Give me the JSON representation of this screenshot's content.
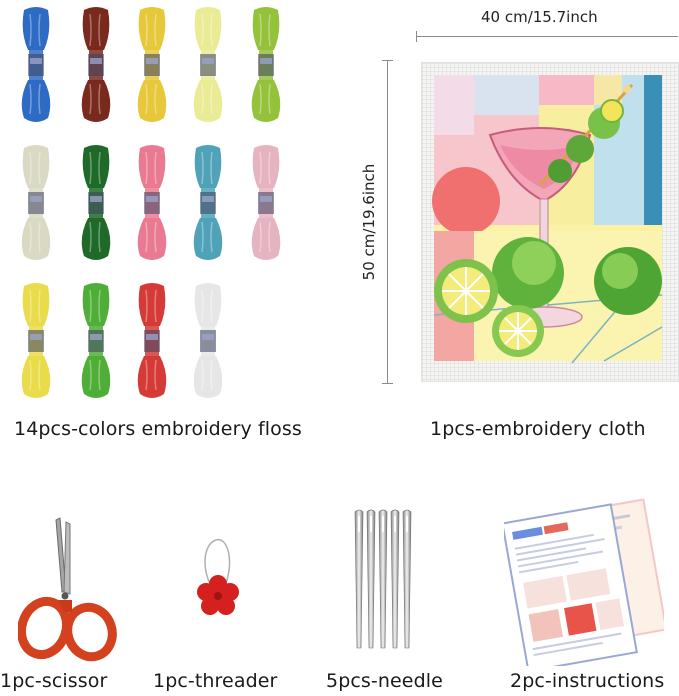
{
  "floss": {
    "caption": "14pcs-colors embroidery floss",
    "colors": [
      "#2e6bc4",
      "#7a2a1c",
      "#e7c83a",
      "#eaeb95",
      "#94c23b",
      "#d9d9c4",
      "#1f6a28",
      "#ea7a91",
      "#4fa2b8",
      "#e6b3c1",
      "#e9db4a",
      "#4fae37",
      "#d43a36",
      "#e6e6e6"
    ]
  },
  "cloth": {
    "caption": "1pcs-embroidery cloth",
    "width_label": "40 cm/15.7inch",
    "height_label": "50 cm/19.6inch"
  },
  "tools": {
    "scissor": "1pc-scissor",
    "threader": "1pc-threader",
    "needle": "5pcs-needle",
    "instructions": "2pc-instructions"
  }
}
